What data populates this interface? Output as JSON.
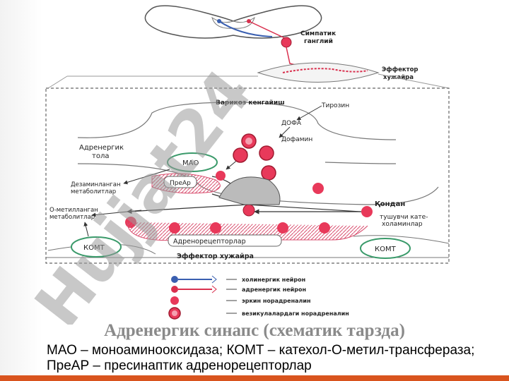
{
  "labels": {
    "sympathetic_ganglion": [
      "Симпатик",
      "ганглий"
    ],
    "effector_cell_top": [
      "Эффектор",
      "хужайра"
    ],
    "varicose_thickening": "Варикоз кенгайиш",
    "tyrosine": "Тирозин",
    "dopa": "ДОФА",
    "dopamine": "Дофамин",
    "adrenergic_fiber": [
      "Адренергик",
      "тола"
    ],
    "mao": "МАО",
    "pre_ar": "ПреАр",
    "deaminated": [
      "Дезаминланган",
      "метаболитлар"
    ],
    "o_methylated": [
      "О-метилланган",
      "метаболитлар"
    ],
    "komt_left": "КОМТ",
    "komt_right": "КОМТ",
    "blood": "Қондан",
    "incoming": [
      "тушувчи кате-",
      "холаминлар"
    ],
    "adrenoreceptors": "Адренорецепторлар",
    "effector_cell_bottom": "Эффектор хужайра"
  },
  "legend": [
    {
      "label": "холинергик нейрон",
      "color": "#3a5fb0"
    },
    {
      "label": "адренергик нейрон",
      "color": "#d9304e"
    },
    {
      "label": "эркин норадреналин",
      "color": "#d9304e"
    },
    {
      "label": "везикулалардаги норадреналин",
      "color": "#d9304e"
    }
  ],
  "watermark": "Hujjat24",
  "caption": {
    "title": "Адренергик синапс (схематик тарзда)",
    "text": "МАО – моноаминооксидаза; КОМТ – катехол-О-метил-трансфераза; ПреАР – пресинаптик адренорецепторлар"
  },
  "colors": {
    "accent_bar": "#d9541e",
    "vesicle": "#e8395a",
    "mao_ring": "#3a9a6a"
  }
}
